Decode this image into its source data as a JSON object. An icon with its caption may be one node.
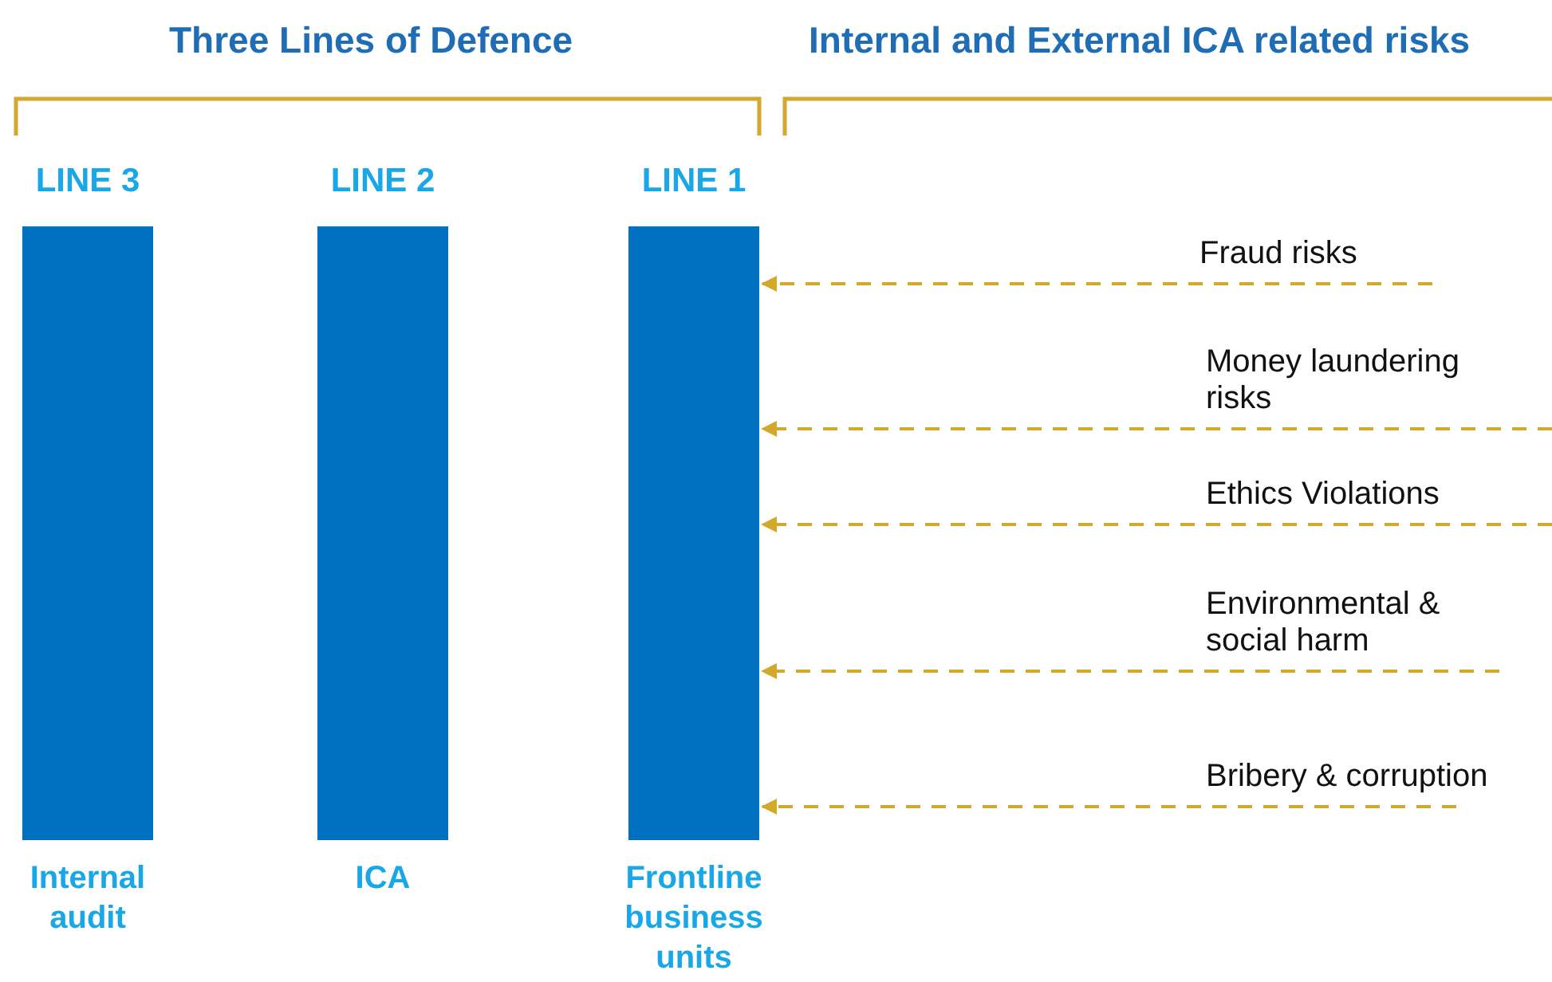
{
  "diagram": {
    "nodes": [
      {
        "text": [
          "LINE 3"
        ],
        "beside": [
          "Internal audit"
        ]
      },
      {
        "text": [
          "LINE 2"
        ],
        "beside": [
          "ICA"
        ]
      },
      {
        "text": [
          "LINE 1"
        ],
        "beside": [
          "Frontline business units"
        ]
      }
    ],
    "edges": [
      {
        "from": null,
        "to": 2,
        "arrow": "to",
        "style": "dashed",
        "label": "Fraud risks"
      },
      {
        "from": null,
        "to": 2,
        "arrow": "to",
        "style": "dashed",
        "label": "Money laundering risks"
      },
      {
        "from": null,
        "to": 2,
        "arrow": "to",
        "style": "dashed",
        "label": "Ethics Violations"
      },
      {
        "from": null,
        "to": 2,
        "arrow": "to",
        "style": "dashed",
        "label": "Environmental & social harm"
      },
      {
        "from": null,
        "to": 2,
        "arrow": "to",
        "style": "dashed",
        "label": "Bribery & corruption"
      }
    ],
    "labels": [
      "Three Lines of Defence",
      "Internal and External ICA related risks"
    ]
  }
}
